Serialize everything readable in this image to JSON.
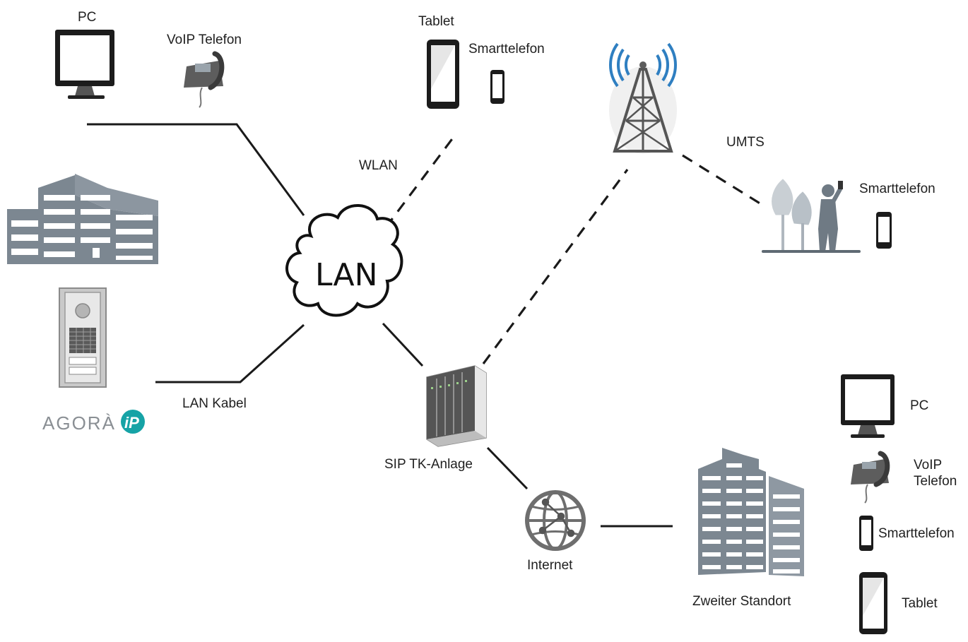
{
  "labels": {
    "pc_top": "PC",
    "voip_top": "VoIP Telefon",
    "tablet_top": "Tablet",
    "smartphone_top": "Smarttelefon",
    "wlan": "WLAN",
    "umts": "UMTS",
    "smartphone_right": "Smarttelefon",
    "lan": "LAN",
    "lan_kabel": "LAN Kabel",
    "agora_brand": "AGORÀ",
    "agora_ip": "iP",
    "sip": "SIP TK-Anlage",
    "internet": "Internet",
    "zweiter_standort": "Zweiter Standort",
    "pc_right": "PC",
    "voip_right_1": "VoIP",
    "voip_right_2": "Telefon",
    "smartphone_bottom": "Smarttelefon",
    "tablet_bottom": "Tablet"
  },
  "icons": {
    "building_left": "office-building-icon",
    "building_right": "office-tower-icon",
    "intercom": "door-intercom-icon",
    "tower": "radio-tower-icon",
    "server": "pbx-server-icon",
    "globe": "internet-globe-icon",
    "person": "person-with-phone-icon"
  },
  "colors": {
    "line": "#1a1a1a",
    "building_gray": "#7c8791",
    "signal_blue": "#2f7fc1",
    "agora_teal": "#16a3a6"
  }
}
